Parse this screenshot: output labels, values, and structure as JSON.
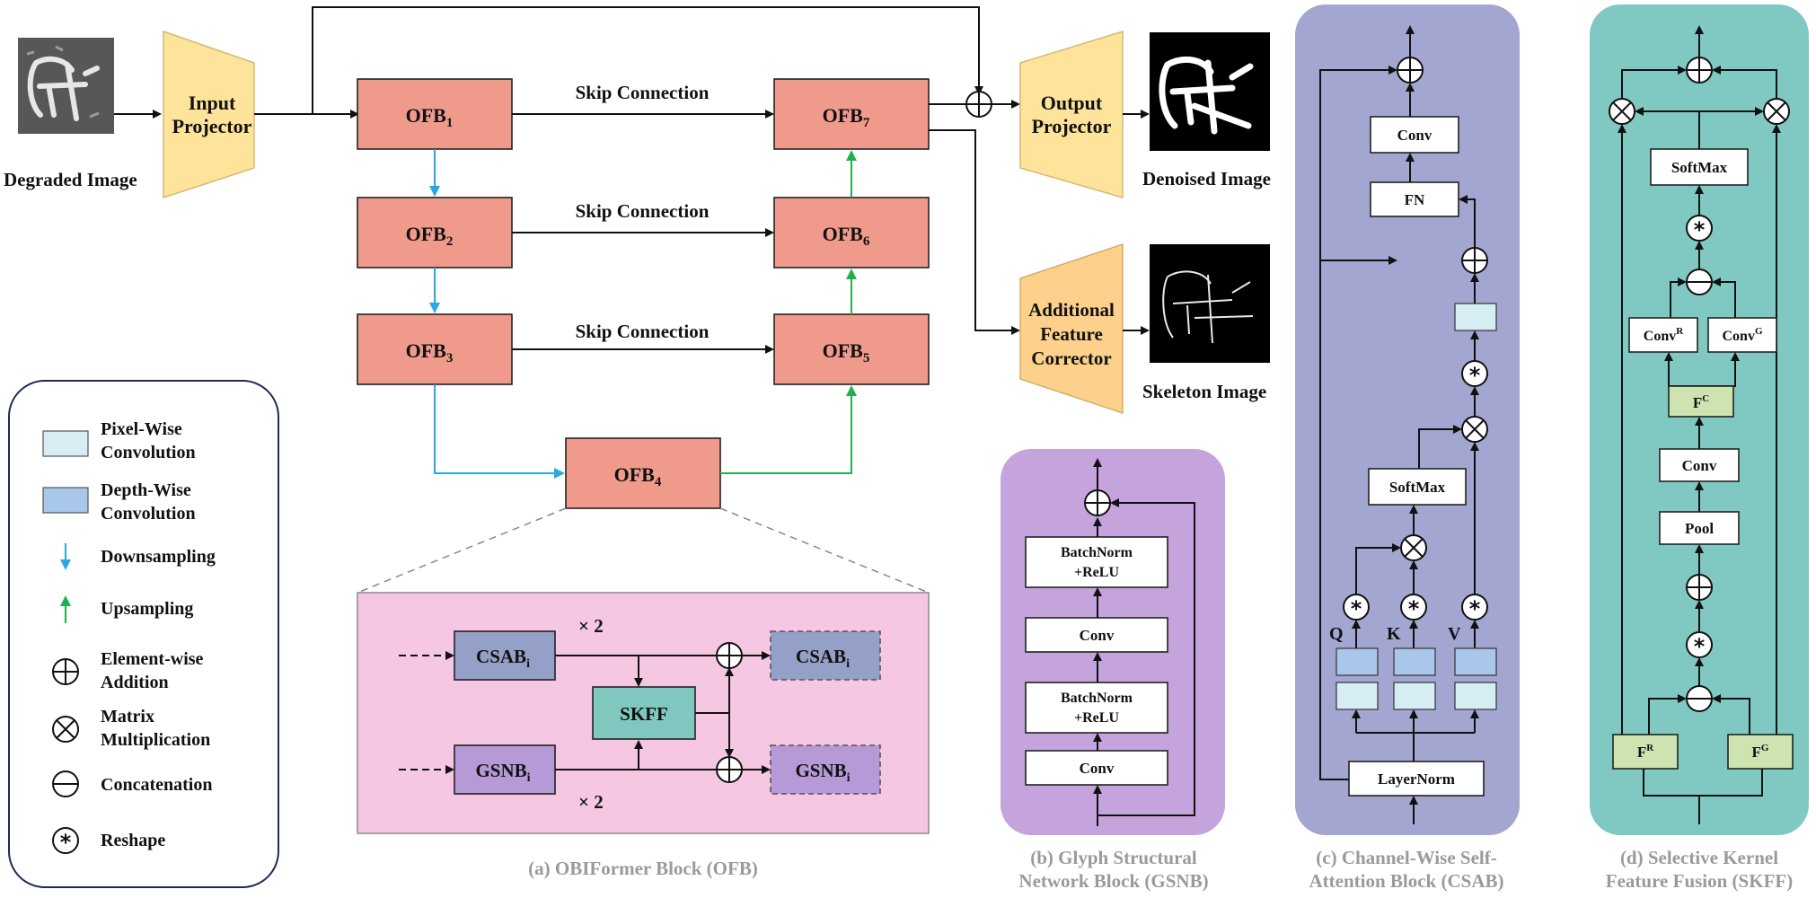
{
  "left": {
    "degraded_label": "Degraded Image",
    "input_projector": [
      "Input",
      "Projector"
    ],
    "output_projector": [
      "Output",
      "Projector"
    ],
    "denoised_label": "Denoised Image",
    "corrector": [
      "Additional",
      "Feature",
      "Corrector"
    ],
    "skeleton_label": "Skeleton Image",
    "ofb_base": "OFB",
    "ofb_subs": [
      "1",
      "2",
      "3",
      "4",
      "5",
      "6",
      "7"
    ],
    "skip": "Skip Connection"
  },
  "legend": {
    "pixel": [
      "Pixel-Wise",
      "Convolution"
    ],
    "depth": [
      "Depth-Wise",
      "Convolution"
    ],
    "down": "Downsampling",
    "up": "Upsampling",
    "add": [
      "Element-wise",
      "Addition"
    ],
    "mul": [
      "Matrix",
      "Multiplication"
    ],
    "concat": "Concatenation",
    "reshape": "Reshape"
  },
  "ofb_detail": {
    "csab": "CSAB",
    "gsnb": "GSNB",
    "sub": "i",
    "skff": "SKFF",
    "times": "× 2"
  },
  "gsnb_panel": {
    "bn1": [
      "BatchNorm",
      "+ReLU"
    ],
    "conv1": "Conv",
    "bn2": [
      "BatchNorm",
      "+ReLU"
    ],
    "conv2": "Conv"
  },
  "csab_panel": {
    "conv": "Conv",
    "fn": "FN",
    "softmax": "SoftMax",
    "q": "Q",
    "k": "K",
    "v": "V",
    "layernorm": "LayerNorm"
  },
  "skff_panel": {
    "softmax": "SoftMax",
    "conv_r": "Conv",
    "conv_r_sup": "R",
    "conv_g": "Conv",
    "conv_g_sup": "G",
    "fc": "F",
    "fc_sup": "C",
    "conv": "Conv",
    "pool": "Pool",
    "fr": "F",
    "fr_sup": "R",
    "fg": "F",
    "fg_sup": "G"
  },
  "captions": {
    "a": "(a) OBIFormer Block (OFB)",
    "b": [
      "(b) Glyph Structural",
      "Network Block (GSNB)"
    ],
    "c": [
      "(c) Channel-Wise Self-",
      "Attention Block (CSAB)"
    ],
    "d": [
      "(d) Selective Kernel",
      "Feature Fusion (SKFF)"
    ]
  },
  "colors": {
    "ofb": "#f09a8c",
    "projector": "#fde49a",
    "corrector": "#fdd08c",
    "detail_bg": "#f6c7e2",
    "gsnb_bg": "#c5a4dd",
    "csab_bg": "#a3a6d0",
    "skff_bg": "#7fc9c2",
    "csab_box": "#95a0c8",
    "gsnb_box": "#b69ad8",
    "skff_box": "#7fc7bf",
    "pixel": "#d6eef3",
    "depth": "#a9c7ea",
    "fbox": "#cde3b0"
  }
}
